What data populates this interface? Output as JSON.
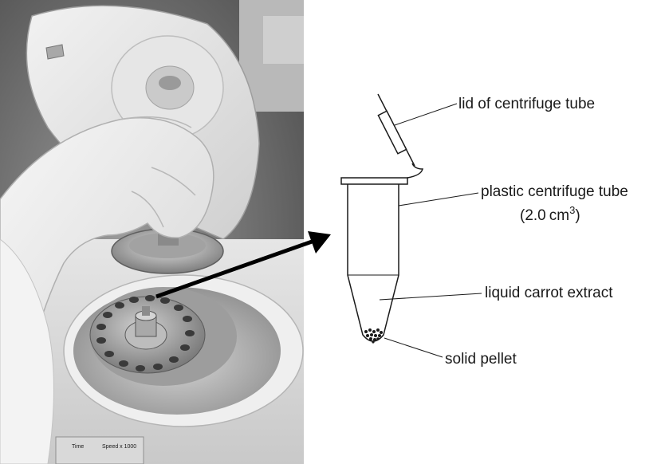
{
  "diagram": {
    "labels": {
      "lid": "lid of centrifuge tube",
      "tube": "plastic centrifuge tube",
      "volume_value": "(2.0",
      "volume_unit": "cm",
      "volume_power": "3",
      "volume_close": ")",
      "liquid": "liquid carrot extract",
      "pellet": "solid pellet"
    },
    "photo": {
      "panel_time": "Time",
      "panel_speed": "Speed x 1000"
    }
  }
}
